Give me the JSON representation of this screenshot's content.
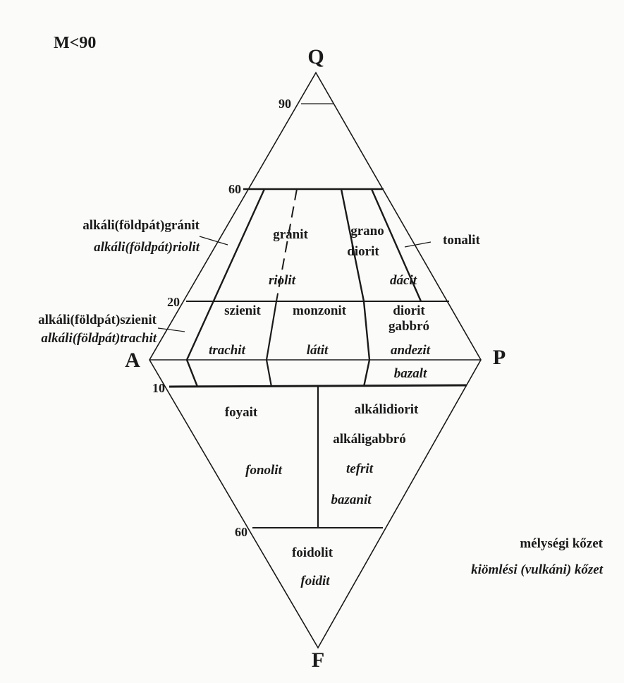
{
  "condition": "M<90",
  "apices": {
    "q": "Q",
    "a": "A",
    "p": "P",
    "f": "F"
  },
  "ticks": {
    "q90": "90",
    "q60": "60",
    "q20": "20",
    "f10": "10",
    "f60": "60"
  },
  "fields": {
    "alkali_granite": "alkáli(földpát)gránit",
    "alkali_rhyolite": "alkáli(földpát)riolit",
    "alkali_syenite": "alkáli(földpát)szienit",
    "alkali_trachyte": "alkáli(földpát)trachit",
    "granite": "gránit",
    "rhyolite": "riolit",
    "granodiorite_1": "grano",
    "granodiorite_2": "diorit",
    "dacite": "dácit",
    "tonalite": "tonalit",
    "syenite": "szienit",
    "trachyte": "trachit",
    "monzonite": "monzonit",
    "latite": "látit",
    "diorite": "diorit",
    "gabbro": "gabbró",
    "andesite": "andezit",
    "basalt": "bazalt",
    "foyaite": "foyait",
    "phonolite": "fonolit",
    "alkali_diorite": "alkálidiorit",
    "alkali_gabbro": "alkáligabbró",
    "tephrite": "tefrit",
    "basanite": "bazanit",
    "foidolite": "foidolit",
    "foidite": "foidit"
  },
  "legend": {
    "plutonic": "mélységi kőzet",
    "volcanic": "kiömlési (vulkáni) kőzet"
  }
}
